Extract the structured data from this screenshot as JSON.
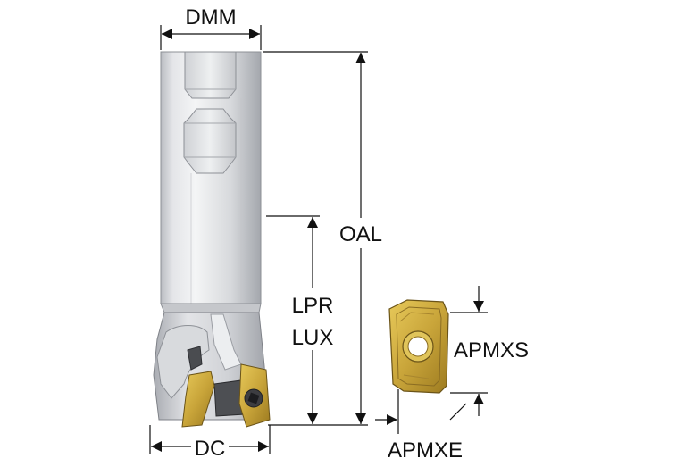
{
  "labels": {
    "dmm": "DMM",
    "oal": "OAL",
    "lpr": "LPR",
    "lux": "LUX",
    "dc": "DC",
    "apmxs": "APMXS",
    "apmxe": "APMXE"
  },
  "colors": {
    "shank_light": "#e6e7ea",
    "shank_mid": "#c9cbcf",
    "shank_dark": "#9a9da3",
    "insert_gold": "#c9a53a",
    "insert_dark": "#6b5418",
    "dimension_line": "#111111"
  }
}
